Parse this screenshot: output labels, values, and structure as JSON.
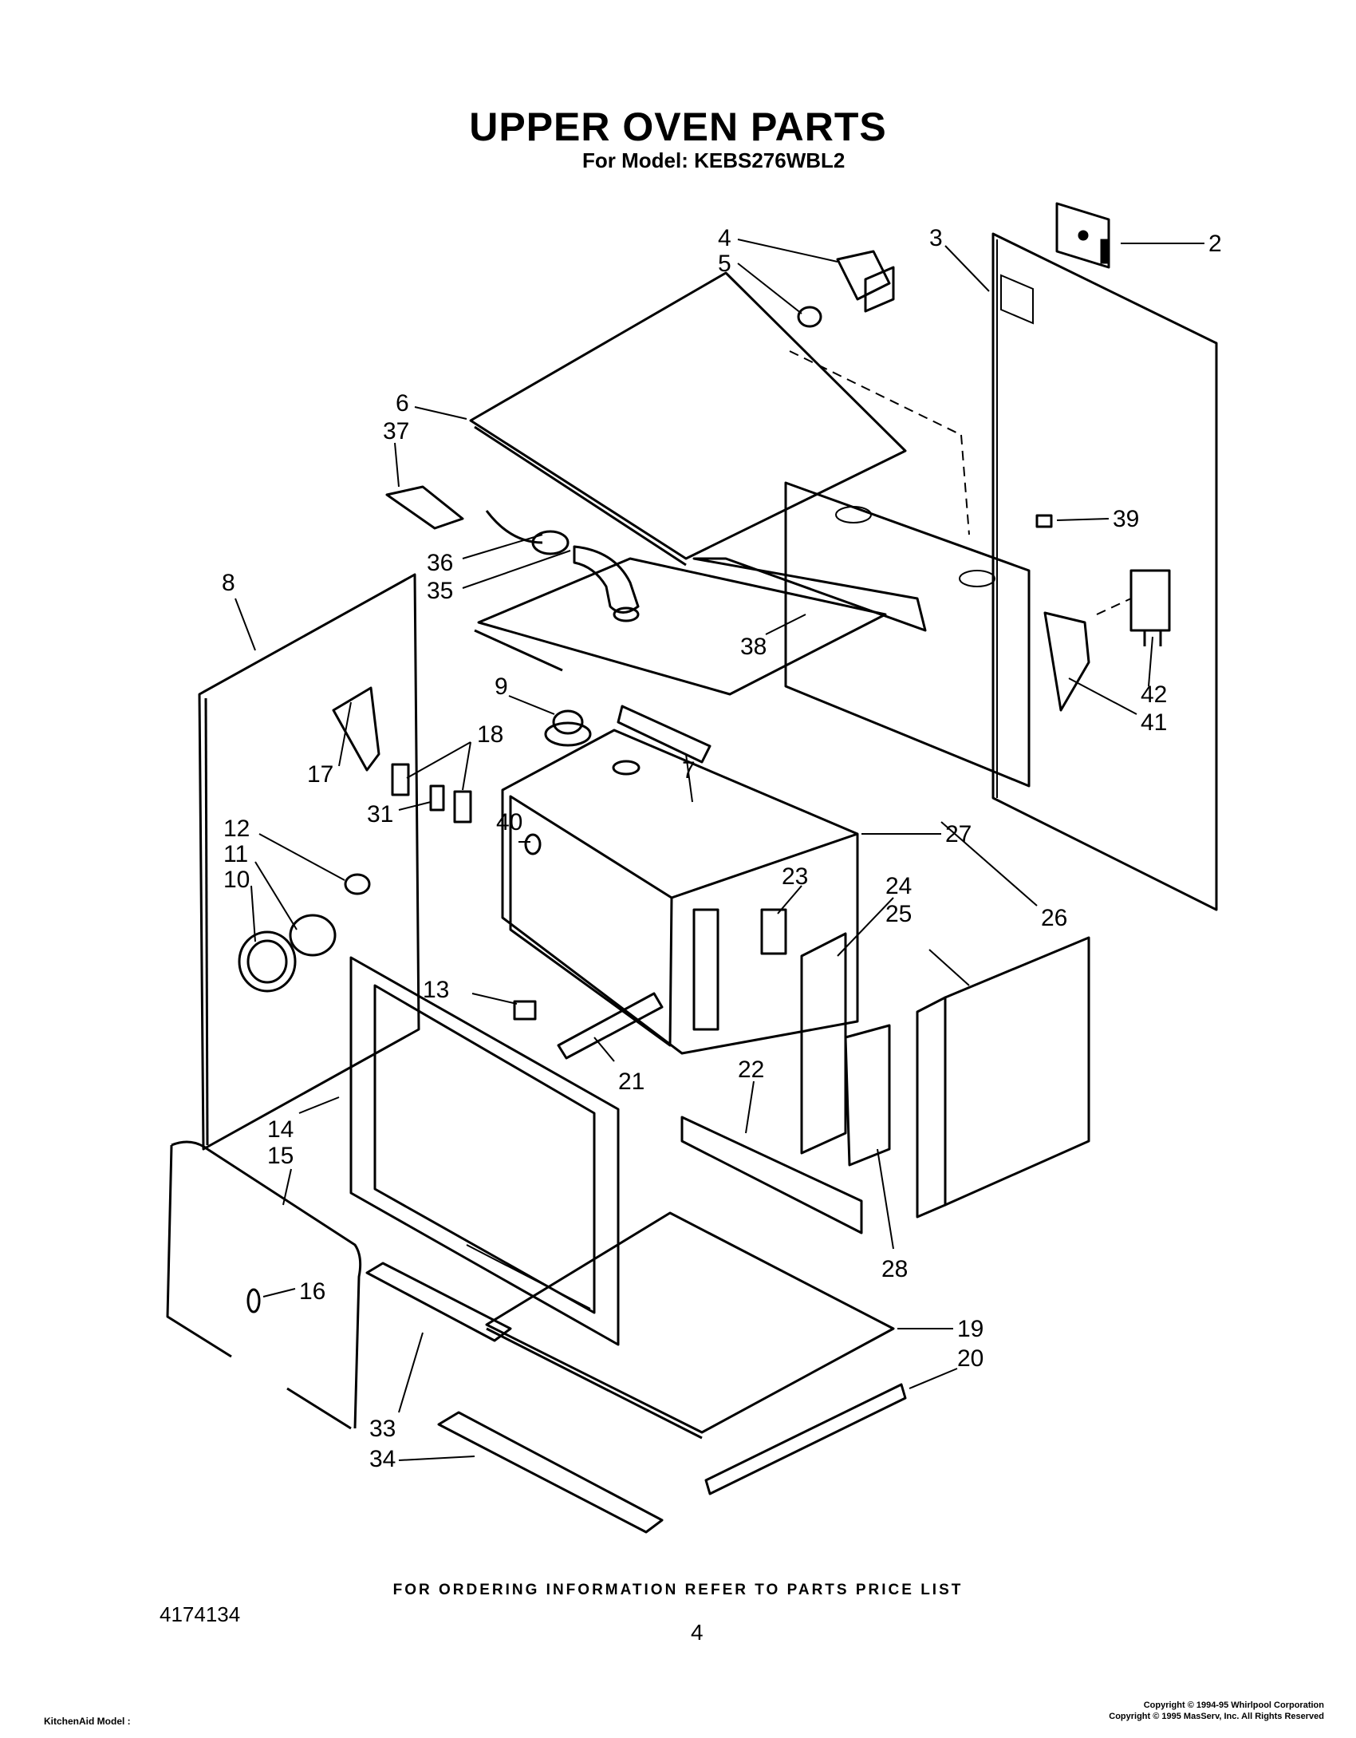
{
  "header": {
    "title": "UPPER OVEN PARTS",
    "subtitle": "For Model: KEBS276WBL2"
  },
  "callouts": [
    "2",
    "3",
    "4",
    "5",
    "6",
    "37",
    "36",
    "35",
    "39",
    "8",
    "38",
    "9",
    "18",
    "17",
    "31",
    "7",
    "42",
    "41",
    "12",
    "11",
    "10",
    "40",
    "27",
    "26",
    "23",
    "24",
    "25",
    "13",
    "21",
    "22",
    "14",
    "15",
    "28",
    "16",
    "19",
    "20",
    "33",
    "34"
  ],
  "footer": {
    "ordering_note": "FOR ORDERING INFORMATION REFER TO PARTS PRICE LIST",
    "doc_number": "4174134",
    "page_number": "4",
    "model_line": "KitchenAid Model :",
    "copyright_1": "Copyright © 1994-95 Whirlpool Corporation",
    "copyright_2": "Copyright © 1995 MasServ, Inc.  All Rights Reserved"
  }
}
